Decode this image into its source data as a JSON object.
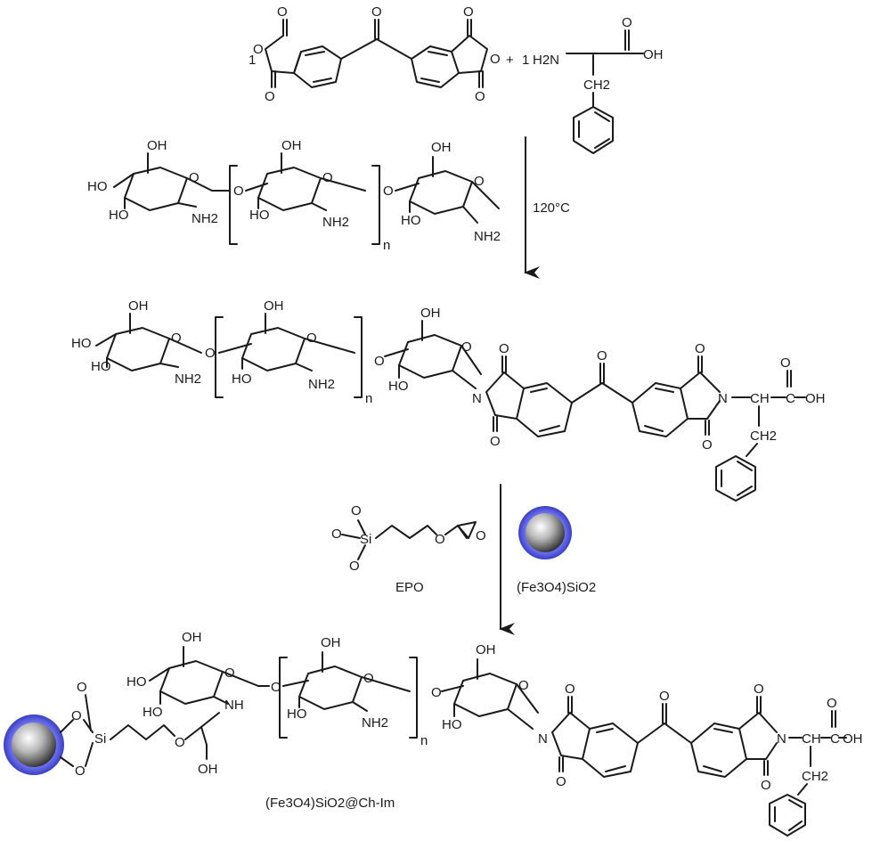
{
  "labels": {
    "coef_anhydride": "1",
    "coef_amino": "1",
    "plus": "+",
    "condition_temp": "120°C",
    "reagent_epo": "EPO",
    "reagent_particle": "(Fe3O4)SiO2",
    "product_final": "(Fe3O4)SiO2@Ch-Im",
    "repeat_n": "n"
  },
  "atoms": {
    "O": "O",
    "OH": "OH",
    "HO": "HO",
    "N": "N",
    "NH": "NH",
    "NH2": "NH2",
    "H2N": "H2N",
    "CH": "CH",
    "CH2": "CH2",
    "Si": "Si",
    "COOH_C": "C",
    "COOH": "OH"
  },
  "colors": {
    "bond": "#1a1a1a",
    "label_red": "#e0454e",
    "particle_shell": "#4b4fd6",
    "particle_core": "#9a9a9a"
  }
}
